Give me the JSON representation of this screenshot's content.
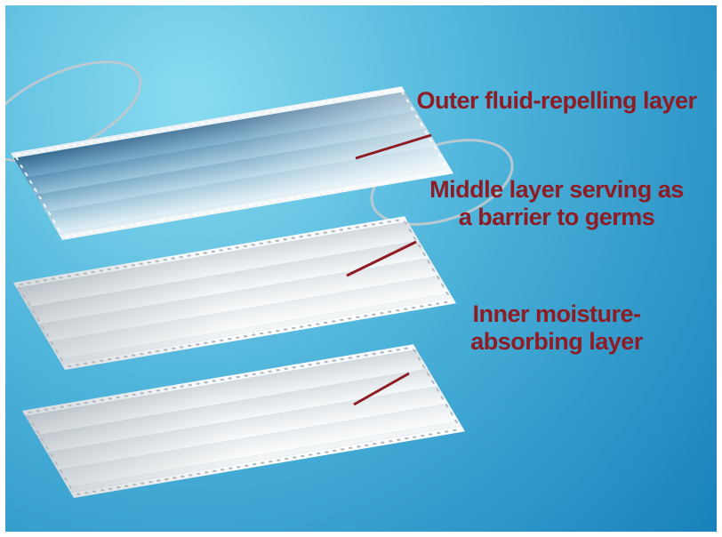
{
  "diagram": {
    "label_lines": {
      "outer": [
        "Outer fluid-repelling layer"
      ],
      "middle": [
        "Middle layer serving as",
        "a barrier to germs"
      ],
      "inner": [
        "Inner moisture-",
        "absorbing layer"
      ]
    },
    "layers": [
      {
        "id": "outer",
        "label": "Outer fluid-repelling layer"
      },
      {
        "id": "middle",
        "label": "Middle layer serving as a barrier to germs"
      },
      {
        "id": "inner",
        "label": "Inner moisture-absorbing layer"
      }
    ]
  },
  "colors": {
    "annotation": "#8e1c24",
    "bg_light": "#8adcf0",
    "bg_mid": "#4db3da",
    "bg_dark": "#1781bb",
    "strap": "#bdc9d1",
    "outer_layer_blue": "#5d95ba",
    "inner_layers_white": "#eef1f3"
  }
}
